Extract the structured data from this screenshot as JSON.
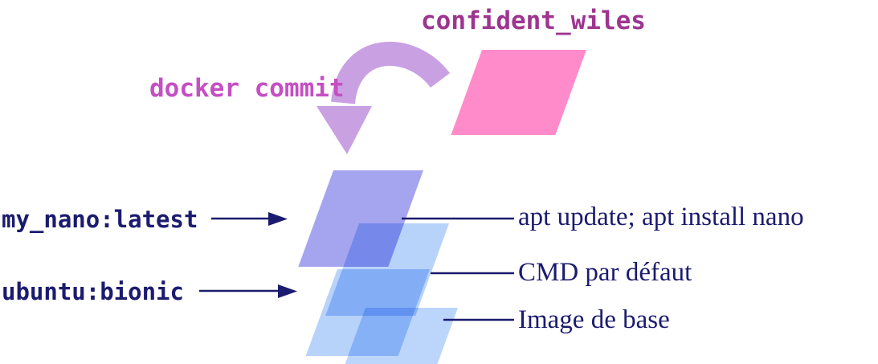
{
  "diagram": {
    "image_title": "confident_wiles",
    "commit_label": "docker commit",
    "left_labels": [
      {
        "label": "my_nano:latest"
      },
      {
        "label": "ubuntu:bionic"
      }
    ],
    "right_labels": [
      {
        "label": "apt update; apt install nano"
      },
      {
        "label": "CMD par défaut"
      },
      {
        "label": "Image de base"
      }
    ]
  },
  "colors": {
    "pink_layer": "#ff8bcb",
    "purple_layer": "#a5a5ef",
    "blue_layer": "#b7d3fa",
    "commit_arrow": "#c9a1e3",
    "navy_text": "#1b1b6f",
    "commit_text": "#c44fc3",
    "title_text": "#9d3590",
    "background": "#ffffff"
  }
}
